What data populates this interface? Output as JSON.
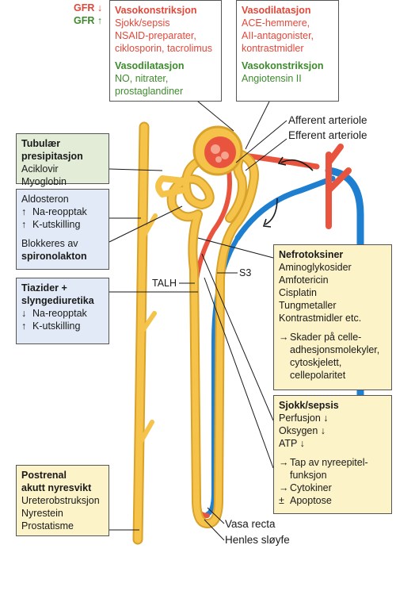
{
  "gfr": {
    "down": "GFR ↓",
    "up": "GFR ↑"
  },
  "vasoconstriction_box": {
    "heading": "Vasokonstriksjon",
    "items": [
      "Sjokk/sepsis",
      "NSAID-preparater,",
      "ciklosporin, tacrolimus"
    ],
    "heading2": "Vasodilatasjon",
    "items2": [
      "NO, nitrater,",
      "prostaglandiner"
    ]
  },
  "vasodilation_box": {
    "heading": "Vasodilatasjon",
    "items": [
      "ACE-hemmere,",
      "AII-antagonister,",
      "kontrastmidler"
    ],
    "heading2": "Vasokonstriksjon",
    "items2": [
      "Angiotensin II"
    ]
  },
  "labels": {
    "afferent": "Afferent arteriole",
    "efferent": "Efferent arteriole",
    "talh": "TALH",
    "s3": "S3",
    "vasa_recta": "Vasa recta",
    "henle": "Henles sløyfe"
  },
  "tubular_box": {
    "heading1": "Tubulær",
    "heading2": "presipitasjon",
    "items": [
      "Aciklovir",
      "Myoglobin"
    ]
  },
  "aldosterone_box": {
    "items": [
      {
        "mark": "",
        "text": "Aldosteron"
      },
      {
        "mark": "↑",
        "text": "Na-reopptak"
      },
      {
        "mark": "↑",
        "text": "K-utskilling"
      }
    ],
    "block1": "Blokkeres av",
    "block2": "spironolakton"
  },
  "thiazide_box": {
    "heading1": "Tiazider +",
    "heading2": "slyngediuretika",
    "items": [
      {
        "mark": "↓",
        "text": "Na-reopptak"
      },
      {
        "mark": "↑",
        "text": "K-utskilling"
      }
    ]
  },
  "nephrotoxin_box": {
    "heading": "Nefrotoksiner",
    "items": [
      "Aminoglykosider",
      "Amfotericin",
      "Cisplatin",
      "Tungmetaller",
      "Kontrastmidler etc."
    ],
    "effects": [
      {
        "mark": "→",
        "text": "Skader på celle-"
      },
      {
        "mark": "",
        "text": "adhesjonsmolekyler,"
      },
      {
        "mark": "",
        "text": "cytoskjelett,"
      },
      {
        "mark": "",
        "text": "cellepolaritet"
      }
    ]
  },
  "shock_box": {
    "heading": "Sjokk/sepsis",
    "items": [
      "Perfusjon ↓",
      "Oksygen ↓",
      "ATP ↓"
    ],
    "effects": [
      {
        "mark": "→",
        "text": "Tap av nyreepitel-"
      },
      {
        "mark": "",
        "text": "funksjon"
      },
      {
        "mark": "→",
        "text": "Cytokiner"
      },
      {
        "mark": "±",
        "text": "Apoptose"
      }
    ]
  },
  "postrenal_box": {
    "heading1": "Postrenal",
    "heading2": "akutt nyresvikt",
    "items": [
      "Ureterobstruksjon",
      "Nyrestein",
      "Prostatisme"
    ]
  },
  "colors": {
    "tubule": "#f5c24a",
    "tubule_edge": "#d9a22a",
    "artery": "#e8543e",
    "vein": "#1e7fd0",
    "green_box": "#e2ecd7",
    "blue_box": "#e1eaf6",
    "yellow_box": "#fdf3c8"
  }
}
